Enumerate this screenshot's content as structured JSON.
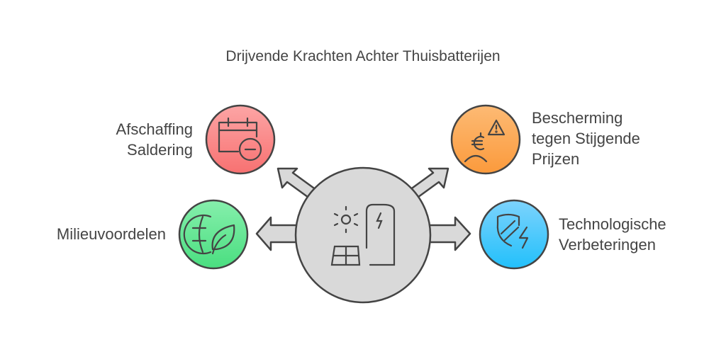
{
  "title": "Drijvende Krachten Achter Thuisbatterijen",
  "center": {
    "icon": "solar-battery-icon",
    "color": "#d9d9d9"
  },
  "nodes": [
    {
      "label_lines": [
        "Afschaffing",
        "Saldering"
      ],
      "icon": "calendar-minus-icon",
      "color": "#f87171"
    },
    {
      "label_lines": [
        "Bescherming",
        "tegen Stijgende",
        "Prijzen"
      ],
      "icon": "euro-person-warning-icon",
      "color": "#fb9f4a"
    },
    {
      "label_lines": [
        "Milieuvoordelen"
      ],
      "icon": "globe-leaf-icon",
      "color": "#4ade80"
    },
    {
      "label_lines": [
        "Technologische",
        "Verbeteringen"
      ],
      "icon": "shield-lightning-icon",
      "color": "#38bdf8"
    }
  ]
}
